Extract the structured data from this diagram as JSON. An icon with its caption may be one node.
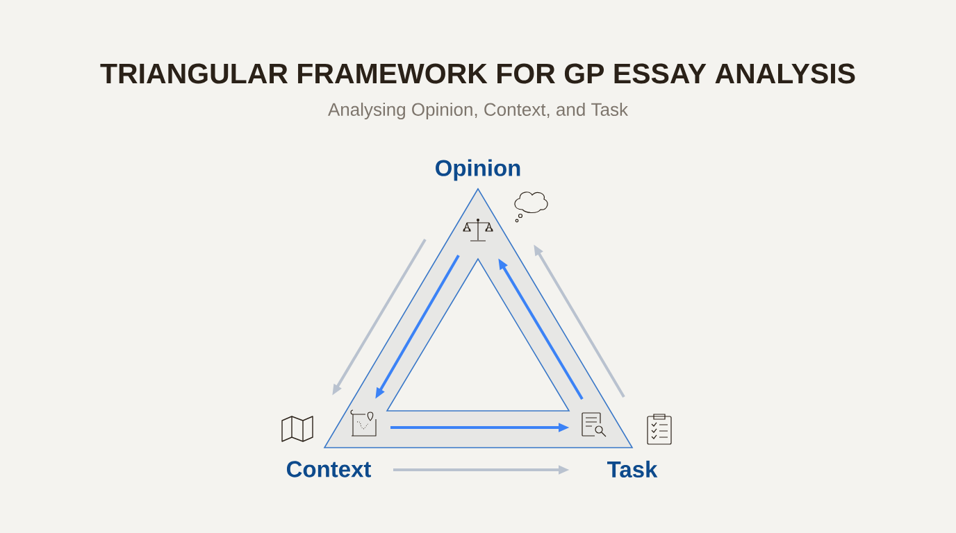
{
  "diagram": {
    "title": "TRIANGULAR FRAMEWORK FOR GP ESSAY ANALYSIS",
    "caption": "Analysing Opinion, Context, and Task",
    "nodes": [
      {
        "text": [
          "Opinion"
        ]
      },
      {
        "text": [
          "Context"
        ]
      },
      {
        "text": [
          "Task"
        ]
      }
    ],
    "edges": [
      {
        "from": 0,
        "to": 1,
        "arrow": "to",
        "color": "#3b82f6"
      },
      {
        "from": 1,
        "to": 2,
        "arrow": "to",
        "color": "#3b82f6"
      },
      {
        "from": 2,
        "to": 0,
        "arrow": "to",
        "color": "#3b82f6"
      },
      {
        "from": 0,
        "to": 1,
        "arrow": "to",
        "color": "#b9c2cf"
      },
      {
        "from": 1,
        "to": 2,
        "arrow": "to",
        "color": "#b9c2cf"
      },
      {
        "from": 2,
        "to": 0,
        "arrow": "to",
        "color": "#b9c2cf"
      }
    ]
  }
}
